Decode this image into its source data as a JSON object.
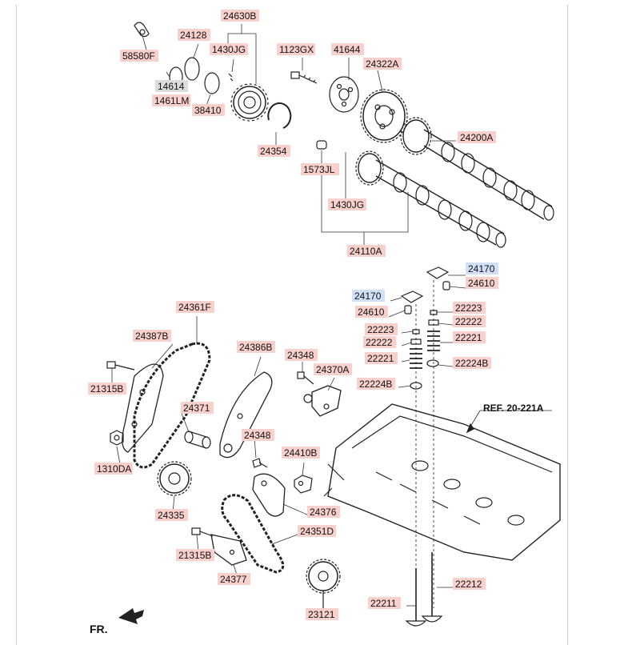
{
  "diagram": {
    "frame_title": "",
    "labels": [
      {
        "id": "l-58580F",
        "text": "58580F",
        "color": "#f8d0cc"
      },
      {
        "id": "l-24128",
        "text": "24128",
        "color": "#f8d0cc"
      },
      {
        "id": "l-24630B",
        "text": "24630B",
        "color": "#f8d0cc"
      },
      {
        "id": "l-1430JG-a",
        "text": "1430JG",
        "color": "#f8d0cc"
      },
      {
        "id": "l-14614",
        "text": "14614",
        "color": "#dcdcdc"
      },
      {
        "id": "l-1461LM",
        "text": "1461LM",
        "color": "#f8d0cc"
      },
      {
        "id": "l-38410",
        "text": "38410",
        "color": "#f8d0cc"
      },
      {
        "id": "l-1123GX",
        "text": "1123GX",
        "color": "#f8d0cc"
      },
      {
        "id": "l-41644",
        "text": "41644",
        "color": "#f8d0cc"
      },
      {
        "id": "l-24322A",
        "text": "24322A",
        "color": "#f8d0cc"
      },
      {
        "id": "l-24354",
        "text": "24354",
        "color": "#f8d0cc"
      },
      {
        "id": "l-24200A",
        "text": "24200A",
        "color": "#f8d0cc"
      },
      {
        "id": "l-1573JL",
        "text": "1573JL",
        "color": "#f8d0cc"
      },
      {
        "id": "l-1430JG-b",
        "text": "1430JG",
        "color": "#f8d0cc"
      },
      {
        "id": "l-24110A",
        "text": "24110A",
        "color": "#f8d0cc"
      },
      {
        "id": "l-24170-a",
        "text": "24170",
        "color": "#cfe0f7"
      },
      {
        "id": "l-24610-a",
        "text": "24610",
        "color": "#f8d0cc"
      },
      {
        "id": "l-24170-b",
        "text": "24170",
        "color": "#cfe0f7"
      },
      {
        "id": "l-24610-b",
        "text": "24610",
        "color": "#f8d0cc"
      },
      {
        "id": "l-22223-a",
        "text": "22223",
        "color": "#f8d0cc"
      },
      {
        "id": "l-22222-a",
        "text": "22222",
        "color": "#f8d0cc"
      },
      {
        "id": "l-22223-b",
        "text": "22223",
        "color": "#f8d0cc"
      },
      {
        "id": "l-22222-b",
        "text": "22222",
        "color": "#f8d0cc"
      },
      {
        "id": "l-22221-a",
        "text": "22221",
        "color": "#f8d0cc"
      },
      {
        "id": "l-22221-b",
        "text": "22221",
        "color": "#f8d0cc"
      },
      {
        "id": "l-22224B-a",
        "text": "22224B",
        "color": "#f8d0cc"
      },
      {
        "id": "l-22224B-b",
        "text": "22224B",
        "color": "#f8d0cc"
      },
      {
        "id": "l-24361F",
        "text": "24361F",
        "color": "#f8d0cc"
      },
      {
        "id": "l-24387B",
        "text": "24387B",
        "color": "#f8d0cc"
      },
      {
        "id": "l-24386B",
        "text": "24386B",
        "color": "#f8d0cc"
      },
      {
        "id": "l-24348-a",
        "text": "24348",
        "color": "#f8d0cc"
      },
      {
        "id": "l-24370A",
        "text": "24370A",
        "color": "#f8d0cc"
      },
      {
        "id": "l-21315B-a",
        "text": "21315B",
        "color": "#f8d0cc"
      },
      {
        "id": "l-24371",
        "text": "24371",
        "color": "#f8d0cc"
      },
      {
        "id": "l-24348-b",
        "text": "24348",
        "color": "#f8d0cc"
      },
      {
        "id": "l-1310DA",
        "text": "1310DA",
        "color": "#f8d0cc"
      },
      {
        "id": "l-24410B",
        "text": "24410B",
        "color": "#f8d0cc"
      },
      {
        "id": "l-24335",
        "text": "24335",
        "color": "#f8d0cc"
      },
      {
        "id": "l-24376",
        "text": "24376",
        "color": "#f8d0cc"
      },
      {
        "id": "l-24351D",
        "text": "24351D",
        "color": "#f8d0cc"
      },
      {
        "id": "l-21315B-b",
        "text": "21315B",
        "color": "#f8d0cc"
      },
      {
        "id": "l-24377",
        "text": "24377",
        "color": "#f8d0cc"
      },
      {
        "id": "l-22212",
        "text": "22212",
        "color": "#f8d0cc"
      },
      {
        "id": "l-22211",
        "text": "22211",
        "color": "#f8d0cc"
      },
      {
        "id": "l-23121",
        "text": "23121",
        "color": "#f8d0cc"
      }
    ],
    "ref_label": "REF. 20-221A",
    "front_label": "FR."
  }
}
